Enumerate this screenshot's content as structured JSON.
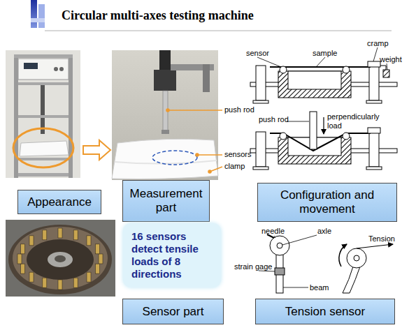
{
  "diagram": {
    "title": "Circular multi-axes testing machine",
    "nodes": [
      {
        "text": [
          "Appearance"
        ]
      },
      {
        "text": [
          "Measurement part"
        ]
      },
      {
        "text": [
          "Configuration and movement"
        ]
      },
      {
        "text": [
          "16 sensors detect tensile loads of 8 directions"
        ]
      },
      {
        "text": [
          "Sensor part"
        ]
      },
      {
        "text": [
          "Tension sensor"
        ]
      }
    ],
    "labels": [
      "push rod",
      "sensors",
      "clamp",
      "sensor",
      "sample",
      "cramp",
      "weight",
      "push rod",
      "perpendicularly load",
      "needle",
      "axle",
      "Tension",
      "strain gage",
      "beam"
    ]
  }
}
